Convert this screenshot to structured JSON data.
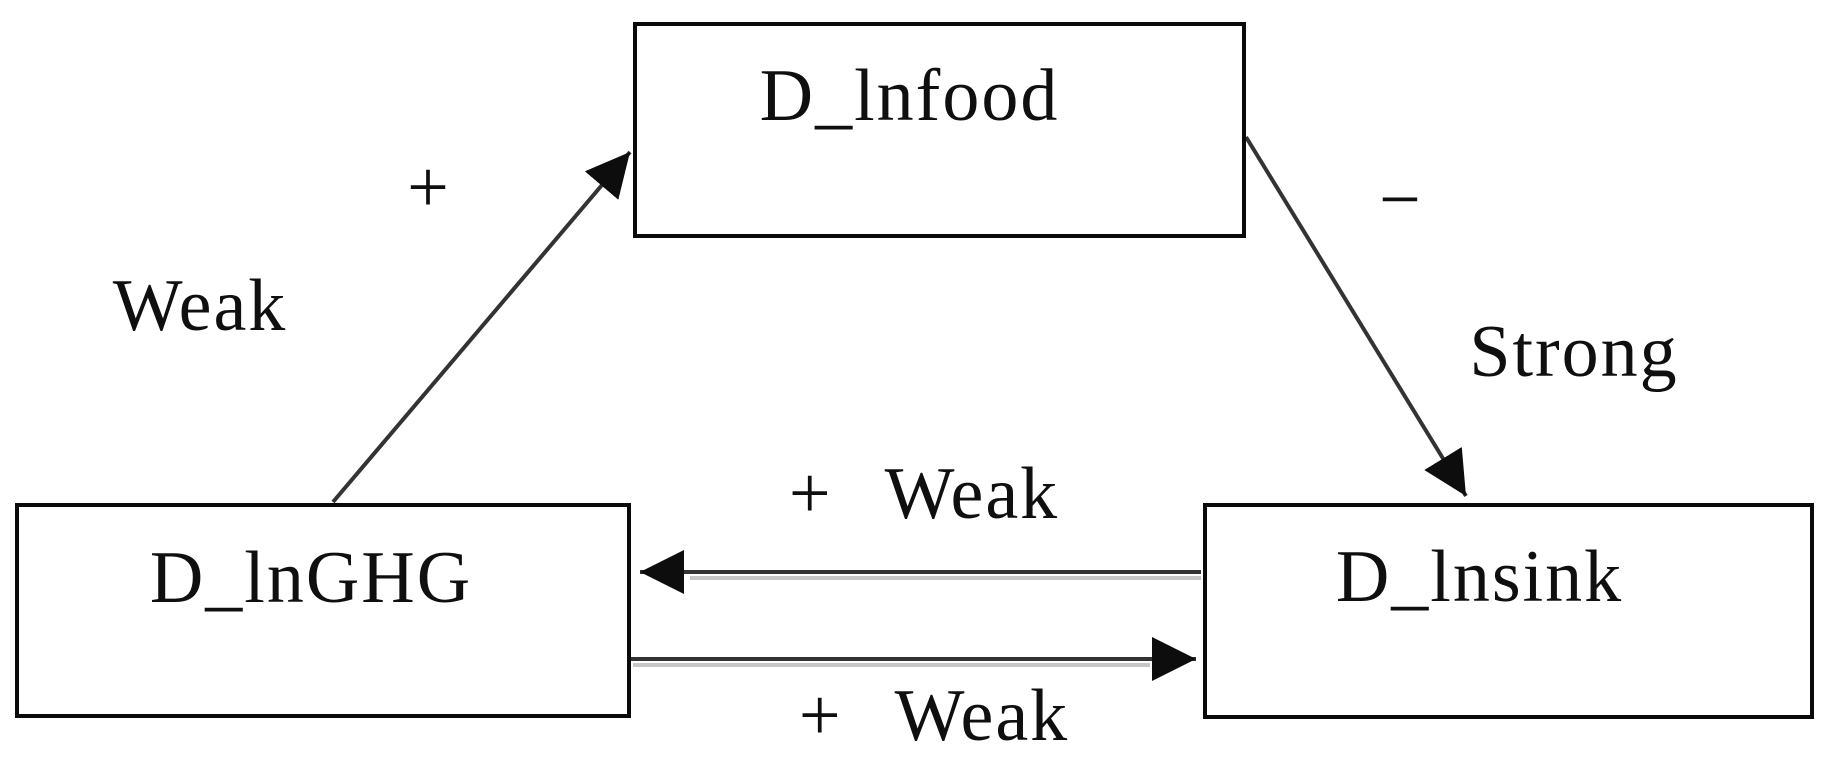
{
  "figure": {
    "type": "causal-diagram",
    "background": "#ffffff",
    "colors": {
      "box_border": "#0a0a0a",
      "arrow_shaft": "#333333",
      "arrow_shaft_shadow": "#c6c6c6",
      "arrowhead": "#0d0d0d",
      "text": "#0f0f0f"
    }
  },
  "nodes": [
    {
      "id": "food",
      "label": "D_lnfood"
    },
    {
      "id": "ghg",
      "label": "D_lnGHG"
    },
    {
      "id": "sink",
      "label": "D_lnsink"
    }
  ],
  "edges": [
    {
      "from": "D_lnGHG",
      "to": "D_lnfood",
      "sign": "+",
      "strength": "Weak"
    },
    {
      "from": "D_lnfood",
      "to": "D_lnsink",
      "sign": "−",
      "strength": "Strong"
    },
    {
      "from": "D_lnsink",
      "to": "D_lnGHG",
      "sign": "+",
      "strength": "Weak"
    },
    {
      "from": "D_lnGHG",
      "to": "D_lnsink",
      "sign": "+",
      "strength": "Weak"
    }
  ]
}
